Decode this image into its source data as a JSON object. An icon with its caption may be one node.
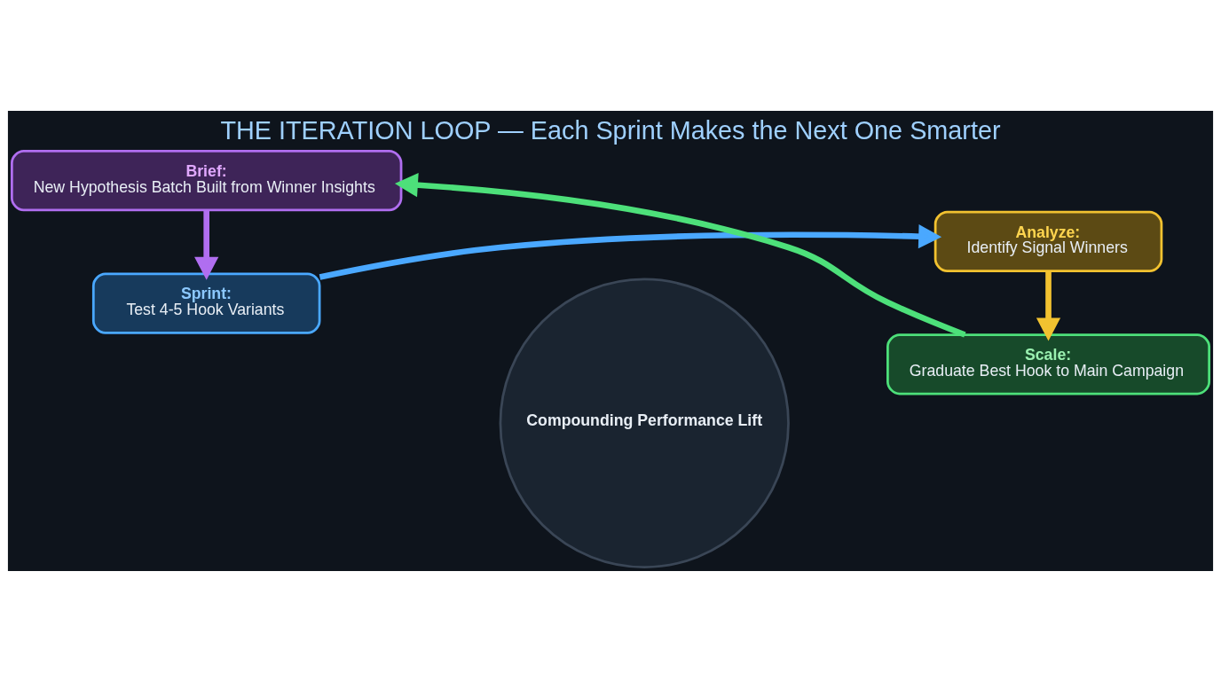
{
  "diagram": {
    "title": "THE ITERATION LOOP — Each Sprint Makes the Next One Smarter",
    "nodes": [
      {
        "text": [
          "Sprint:",
          "Test 4-5 Hook Variants"
        ]
      },
      {
        "text": [
          "Analyze:",
          "Identify Signal Winners"
        ]
      },
      {
        "text": [
          "Scale:",
          "Graduate Best Hook to Main Campaign"
        ]
      },
      {
        "text": [
          "Brief:",
          "New Hypothesis Batch Built from Winner Insights"
        ]
      },
      {
        "text": [
          "Compounding Performance Lift"
        ]
      }
    ],
    "edges": [
      {
        "from": 0,
        "to": 1,
        "arrow": "to",
        "color": "#4aa8ff"
      },
      {
        "from": 1,
        "to": 2,
        "arrow": "to",
        "color": "#f2c230"
      },
      {
        "from": 2,
        "to": 3,
        "arrow": "to",
        "color": "#4de07a"
      },
      {
        "from": 3,
        "to": 0,
        "arrow": "to",
        "color": "#b06ef0"
      }
    ]
  }
}
